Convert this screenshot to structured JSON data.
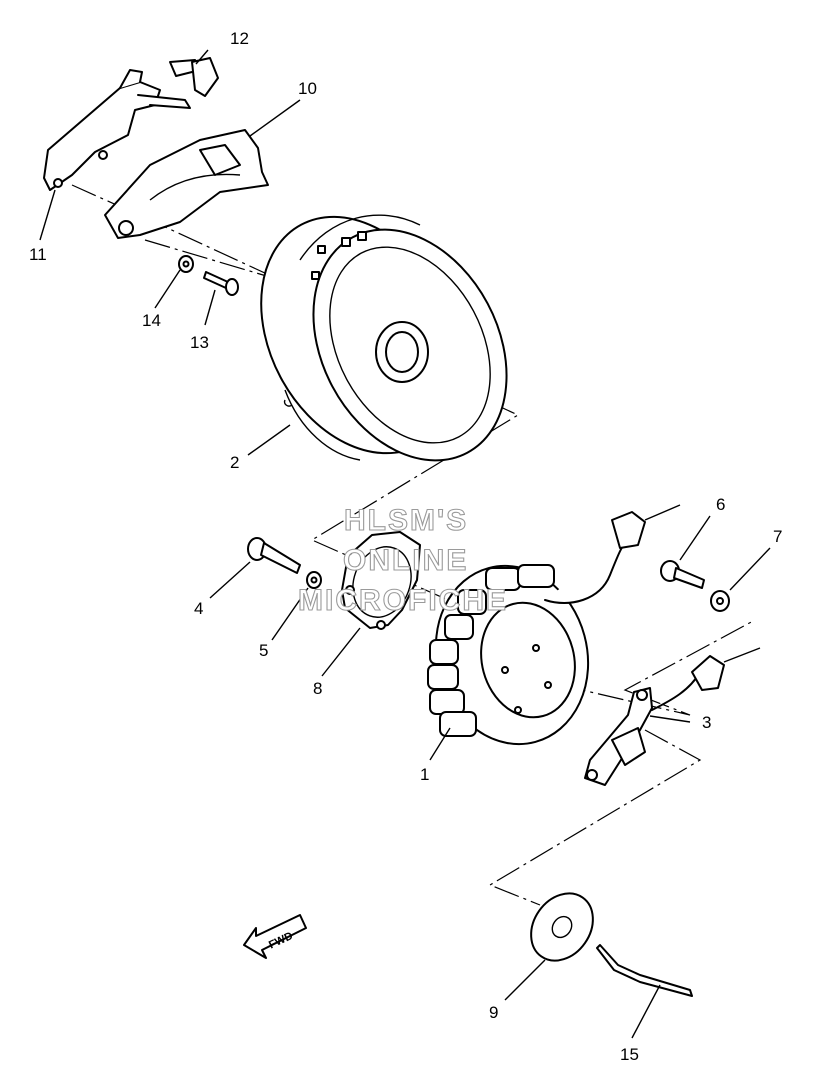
{
  "callouts": {
    "p1": "1",
    "p2": "2",
    "p3": "3",
    "p4": "4",
    "p5": "5",
    "p6": "6",
    "p7": "7",
    "p8": "8",
    "p9": "9",
    "p10": "10",
    "p11": "11",
    "p12": "12",
    "p13": "13",
    "p14": "14",
    "p15": "15"
  },
  "watermark": {
    "line1": "HLSM'S",
    "line2": "ONLINE",
    "line3": "MICROFICHE"
  },
  "fwd_label": "FWD"
}
